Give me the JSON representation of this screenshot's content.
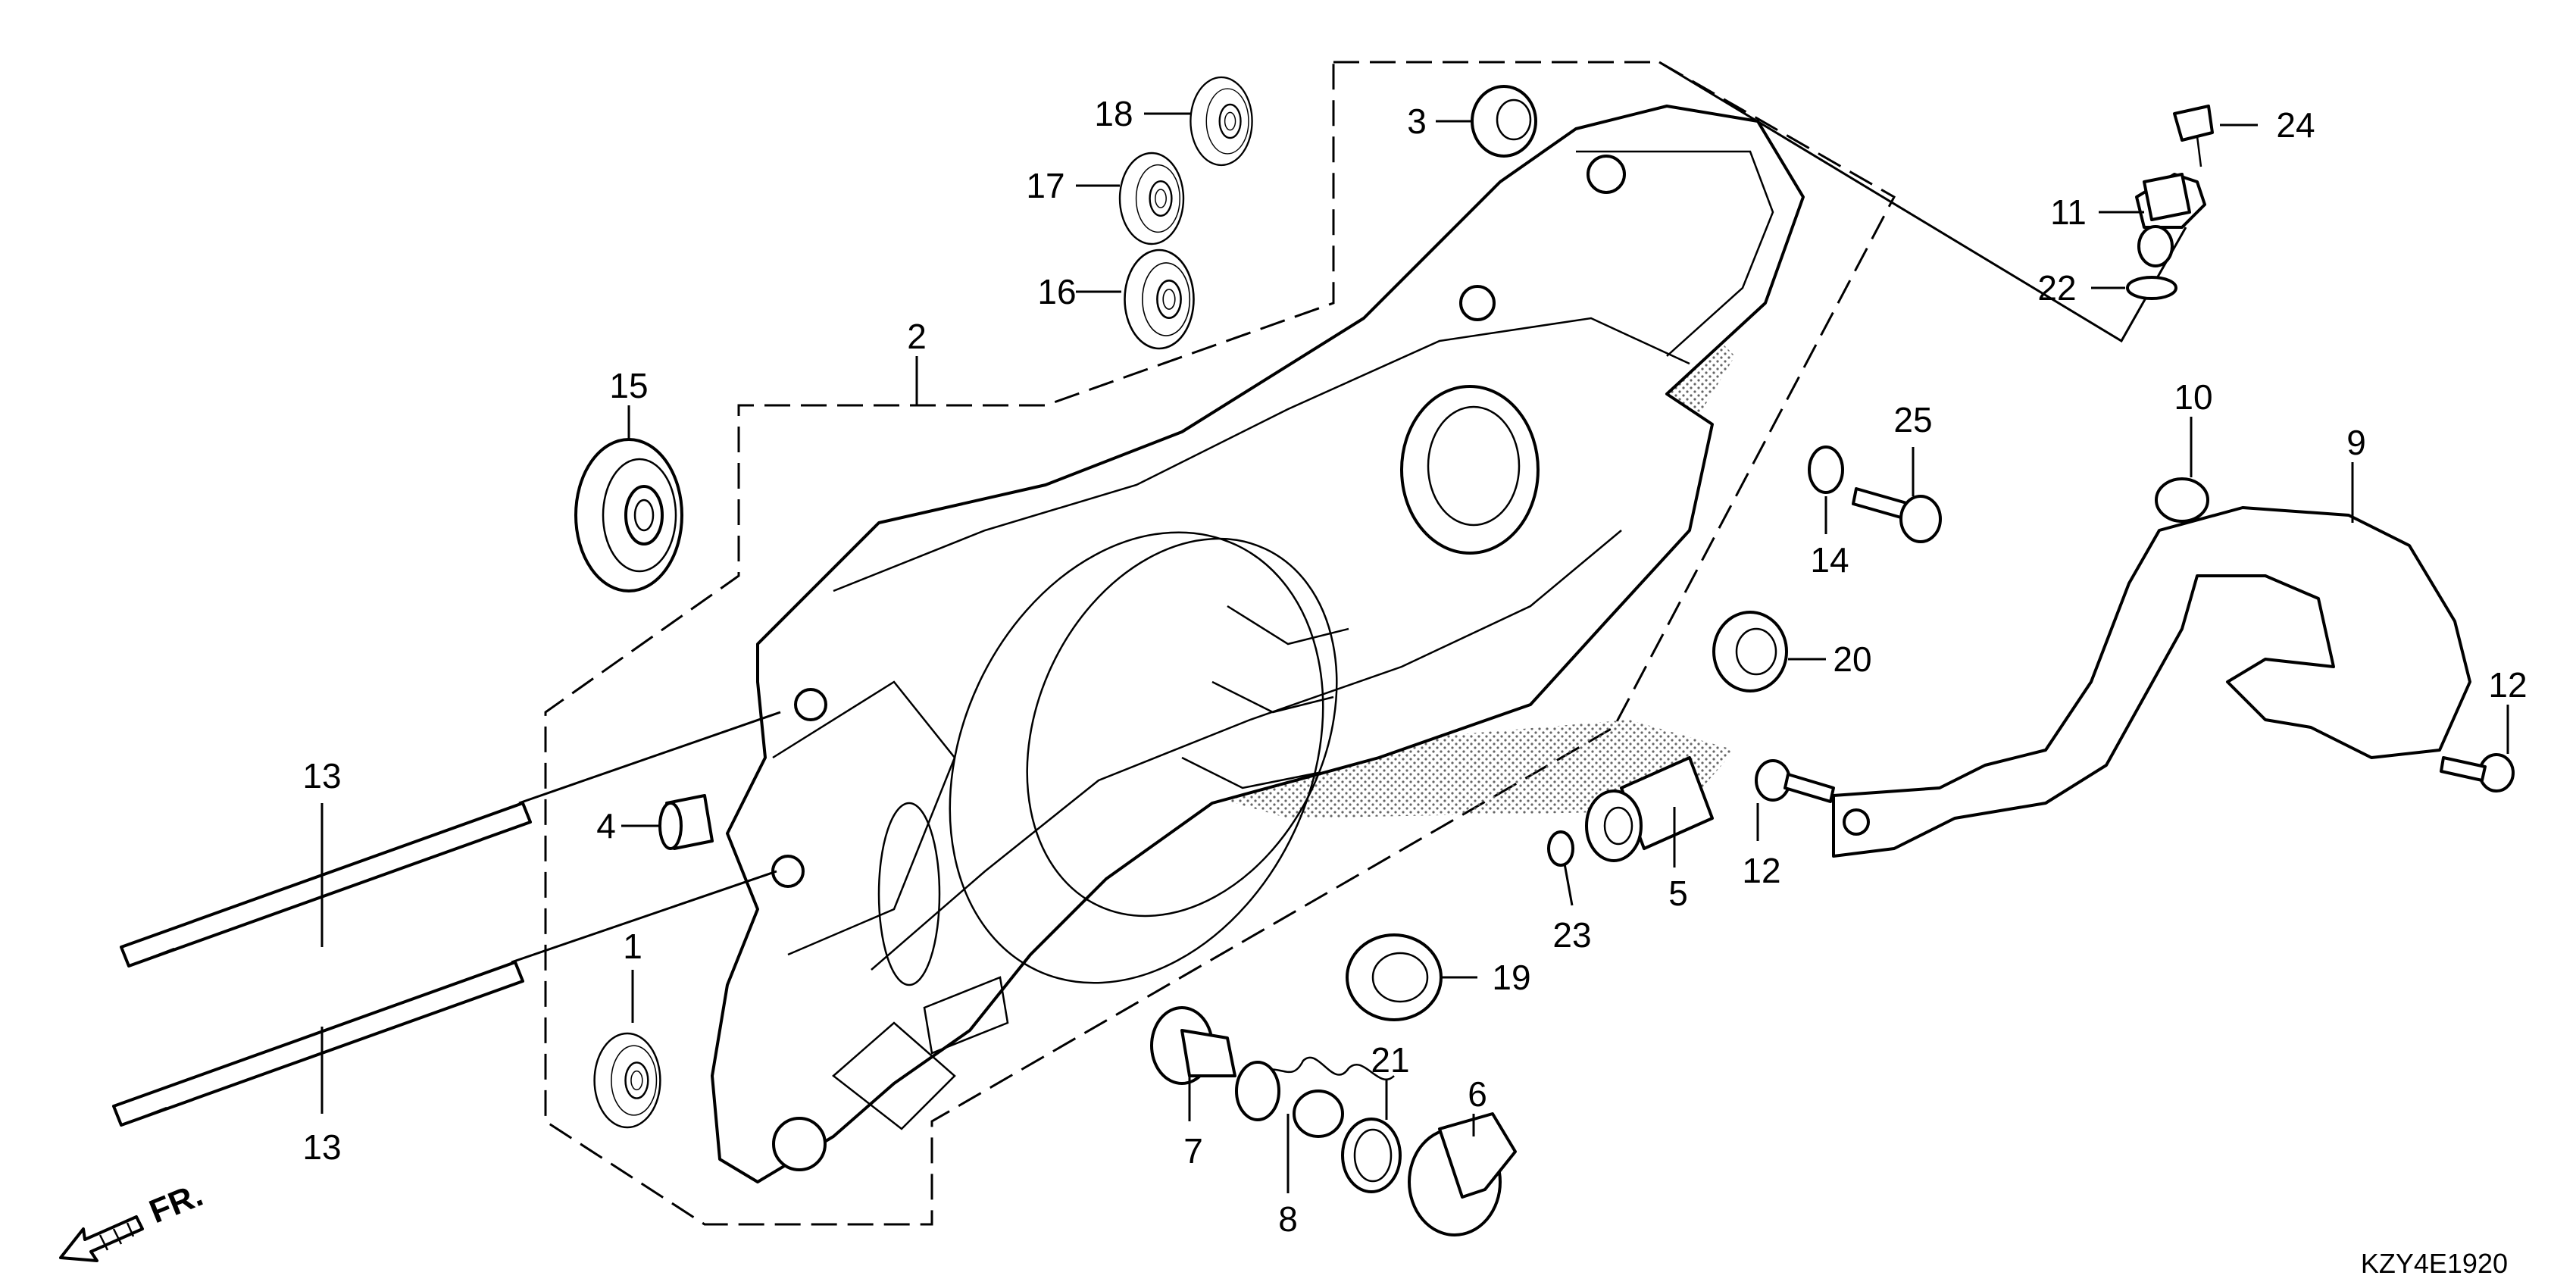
{
  "diagram": {
    "code": "KZY4E1920",
    "front_label": "FR.",
    "callouts": [
      {
        "id": "c1",
        "text": "1"
      },
      {
        "id": "c2",
        "text": "2"
      },
      {
        "id": "c3",
        "text": "3"
      },
      {
        "id": "c4",
        "text": "4"
      },
      {
        "id": "c5",
        "text": "5"
      },
      {
        "id": "c6",
        "text": "6"
      },
      {
        "id": "c7",
        "text": "7"
      },
      {
        "id": "c8",
        "text": "8"
      },
      {
        "id": "c9",
        "text": "9"
      },
      {
        "id": "c10",
        "text": "10"
      },
      {
        "id": "c11",
        "text": "11"
      },
      {
        "id": "c12a",
        "text": "12"
      },
      {
        "id": "c12b",
        "text": "12"
      },
      {
        "id": "c13a",
        "text": "13"
      },
      {
        "id": "c13b",
        "text": "13"
      },
      {
        "id": "c14",
        "text": "14"
      },
      {
        "id": "c15",
        "text": "15"
      },
      {
        "id": "c16",
        "text": "16"
      },
      {
        "id": "c17",
        "text": "17"
      },
      {
        "id": "c18",
        "text": "18"
      },
      {
        "id": "c19",
        "text": "19"
      },
      {
        "id": "c20",
        "text": "20"
      },
      {
        "id": "c21",
        "text": "21"
      },
      {
        "id": "c22",
        "text": "22"
      },
      {
        "id": "c23",
        "text": "23"
      },
      {
        "id": "c24",
        "text": "24"
      },
      {
        "id": "c25",
        "text": "25"
      }
    ]
  }
}
